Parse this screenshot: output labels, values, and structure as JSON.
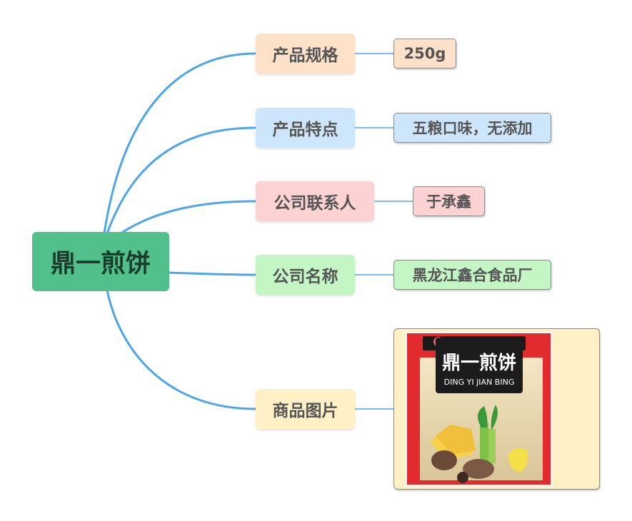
{
  "colors": {
    "edge": "#4ea5ea",
    "root_fill": "#52c08a",
    "spec_fill": "#fde1c8",
    "feature_fill": "#cde6fb",
    "contact_fill": "#fdd2d2",
    "company_fill": "#c4f5c4",
    "image_fill": "#fff0c6"
  },
  "root": {
    "label": "鼎一煎饼"
  },
  "branches": [
    {
      "label": "产品规格",
      "value": "250g"
    },
    {
      "label": "产品特点",
      "value": "五粮口味，无添加"
    },
    {
      "label": "公司联系人",
      "value": "于承鑫"
    },
    {
      "label": "公司名称",
      "value": "黑龙江鑫合食品厂"
    },
    {
      "label": "商品图片"
    }
  ],
  "product_photo": {
    "brand": "鼎一煎饼",
    "brand_pinyin": "DING YI JIAN BING"
  }
}
